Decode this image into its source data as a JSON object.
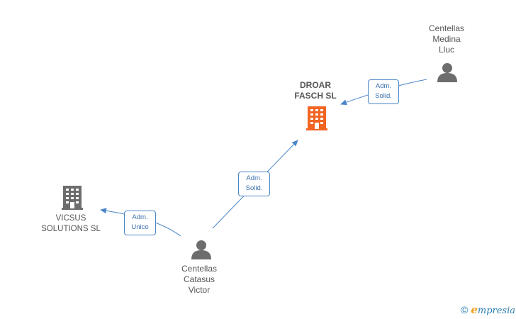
{
  "nodes": {
    "droar": {
      "label": "DROAR\nFASCH  SL",
      "icon": "building-icon",
      "color": "#f26522"
    },
    "vicsus": {
      "label": "VICSUS\nSOLUTIONS SL",
      "icon": "building-icon",
      "color": "#6d6d6d"
    },
    "centellas_medina": {
      "label": "Centellas\nMedina\nLluc",
      "icon": "person-icon",
      "color": "#6d6d6d"
    },
    "centellas_catasus": {
      "label": "Centellas\nCatasus\nVictor",
      "icon": "person-icon",
      "color": "#6d6d6d"
    }
  },
  "edges": {
    "medina_to_droar": {
      "label": "Adm.\nSolid."
    },
    "catasus_to_droar": {
      "label": "Adm.\nSolid."
    },
    "catasus_to_vicsus": {
      "label": "Adm.\nUnico"
    }
  },
  "colors": {
    "edge": "#4a86c8"
  },
  "footer": {
    "copyright": "©",
    "brand_first": "e",
    "brand_rest": "mpresia"
  }
}
